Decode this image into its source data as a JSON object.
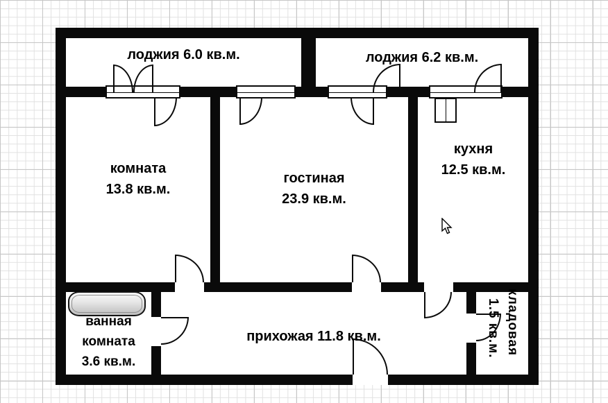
{
  "colors": {
    "wall": "#0a0a0a",
    "paper": "#ffffff",
    "grid_minor": "#e1e1e1",
    "grid_major": "#c6c6c6"
  },
  "rooms": {
    "loggia_left": {
      "label": "лоджия 6.0 кв.м."
    },
    "loggia_right": {
      "label": "лоджия 6.2 кв.м."
    },
    "bedroom": {
      "name": "комната",
      "area": "13.8 кв.м."
    },
    "living_room": {
      "name": "гостиная",
      "area": "23.9 кв.м."
    },
    "kitchen": {
      "name": "кухня",
      "area": "12.5 кв.м."
    },
    "bathroom": {
      "name_line1": "ванная",
      "name_line2": "комната",
      "area": "3.6 кв.м."
    },
    "hallway": {
      "label": "прихожая 11.8 кв.м."
    },
    "storage": {
      "name": "кладовая",
      "area": "1.5 кв.м."
    }
  }
}
